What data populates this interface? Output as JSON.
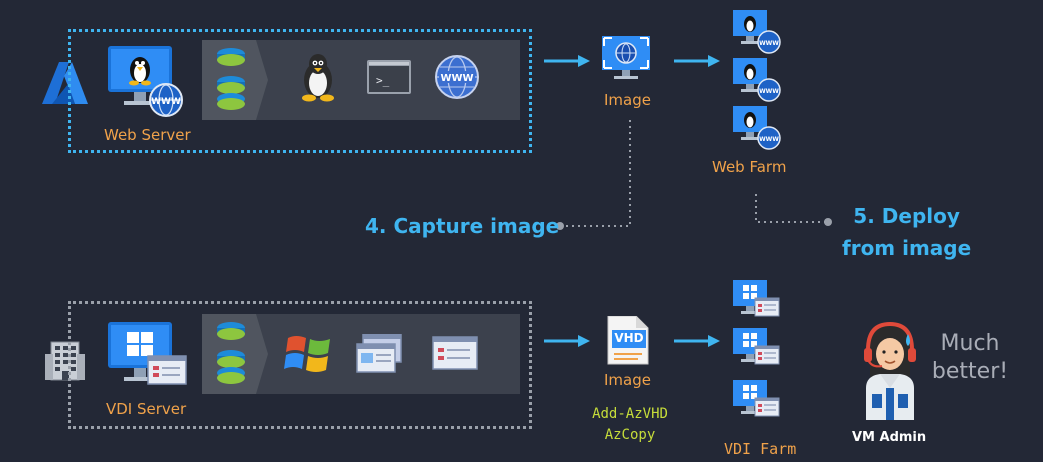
{
  "top": {
    "server_label": "Web Server",
    "image_label": "Image",
    "farm_label": "Web Farm",
    "capture_step": "4. Capture image",
    "deploy_step_line1": "5. Deploy",
    "deploy_step_line2": "from image"
  },
  "bottom": {
    "server_label": "VDI Server",
    "image_label": "Image",
    "vhd_badge": "VHD",
    "tool_line1": "Add-AzVHD",
    "tool_line2": "AzCopy",
    "farm_label": "VDI Farm",
    "admin_label": "VM Admin",
    "speech_line1": "Much",
    "speech_line2": "better!"
  },
  "icons": {
    "www": "WWW",
    "terminal": ">_"
  },
  "colors": {
    "background": "#232836",
    "azure_dash": "#3fb5f0",
    "onprem_dash": "#9aa0aa",
    "step_text": "#3fb5f0",
    "label_orange": "#f0a24a",
    "tool_green": "#c6dd3a"
  }
}
